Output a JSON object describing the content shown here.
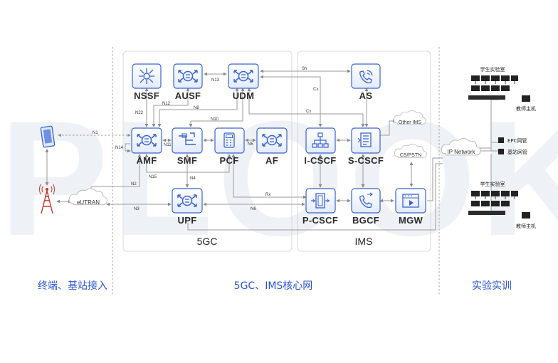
{
  "watermark": "IPLOOK",
  "nodes": {
    "nssf": "NSSF",
    "ausf": "AUSF",
    "udm": "UDM",
    "as": "AS",
    "amf": "AMF",
    "smf": "SMF",
    "pcf": "PCF",
    "af": "AF",
    "upf": "UPF",
    "icscf": "I-CSCF",
    "scscf": "S-CSCF",
    "pcscf": "P-CSCF",
    "bgcf": "BGCF",
    "mgw": "MGW"
  },
  "interfaces": {
    "n1": "N1",
    "n2": "N2",
    "n3": "N3",
    "n4": "N4",
    "n5": "N5",
    "n6": "N6",
    "n8": "N8",
    "n10": "N10",
    "n11": "N11",
    "n12": "N12",
    "n13": "N13",
    "n14": "N14",
    "n15": "N15",
    "n22": "N22",
    "sh": "Sh",
    "cx1": "Cx",
    "cx2": "Cx",
    "rx": "Rx"
  },
  "clouds": {
    "eutran": "eUTRAN",
    "other_ims": "Other IMS",
    "cs_pstn": "CS/PSTN",
    "ip_network": "IP Network"
  },
  "sections": {
    "core_5gc": "5GC",
    "ims": "IMS"
  },
  "lab": {
    "room1": "学生实验室",
    "teacher1": "教师主机",
    "epc_mgmt": "EPC网管",
    "bs_mgmt": "基站网管",
    "room2": "学生实验室",
    "teacher2": "教师主机"
  },
  "bottom": {
    "left": "终端、基站接入",
    "middle": "5GC、IMS核心网",
    "right": "实验实训"
  },
  "colors": {
    "accent": "#2b56c9",
    "icon_border": "#3a63c8",
    "icon_fill": "#eef3ff",
    "section_border": "#d8d8d8",
    "watermark": "#eef1f6"
  }
}
